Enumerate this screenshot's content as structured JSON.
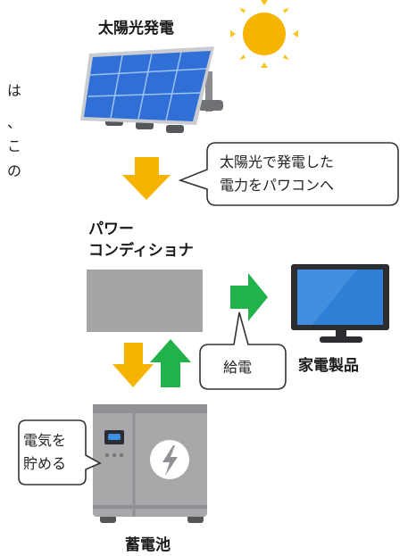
{
  "labels": {
    "solar": "太陽光発電",
    "power_conditioner_line1": "パワー",
    "power_conditioner_line2": "コンディショナ",
    "appliance": "家電製品",
    "battery": "蓄電池"
  },
  "edge_fragments": [
    "は",
    "、",
    "こ",
    "の"
  ],
  "bubbles": {
    "solar_to_pc": [
      "太陽光で発電した",
      "電力をパワコンへ"
    ],
    "supply": "給電",
    "storage": [
      "電気を",
      "貯める"
    ]
  },
  "colors": {
    "arrow_yellow": "#f6b400",
    "arrow_green": "#21b24a",
    "panel_blue": "#2f6fd6",
    "sun": "#f7b500",
    "device_gray": "#a7a8aa"
  }
}
